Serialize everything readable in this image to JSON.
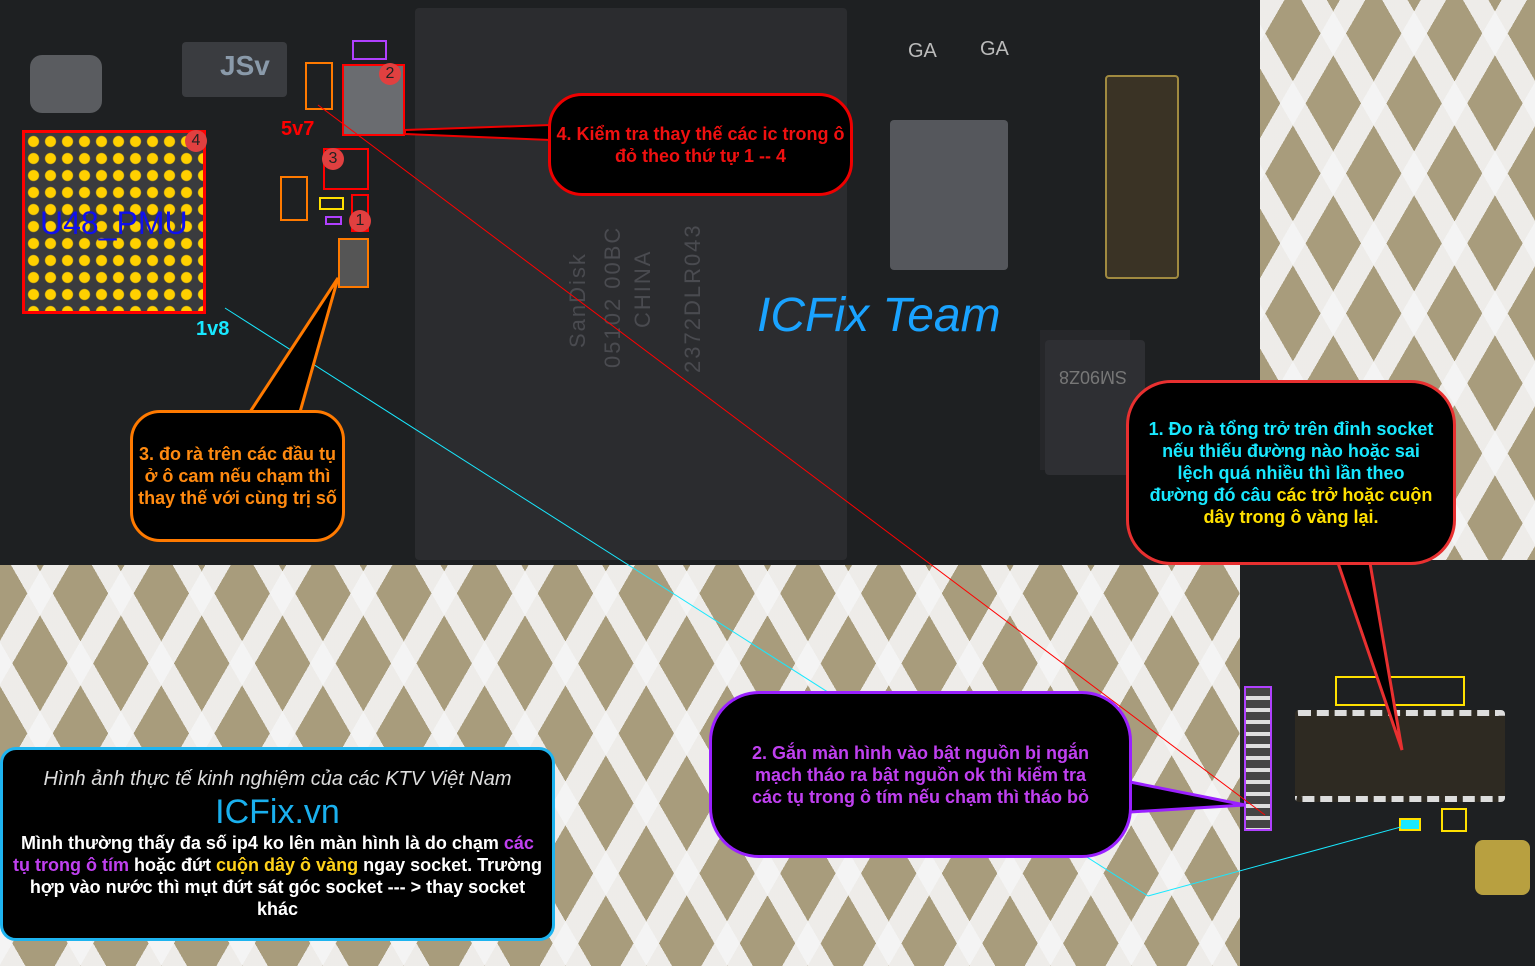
{
  "photo": {
    "chip_labels": {
      "pmu": "U48_PMU",
      "nand_lines": [
        "SanDisk",
        "05102 00BC",
        "CHINA",
        "2372DLR043"
      ],
      "inductor": "JSv",
      "ga_marks": [
        "GA",
        "GA"
      ],
      "rear_chip": "SM90Z8"
    },
    "voltage_labels": {
      "v5v7": "5v7",
      "v1v8": "1v8"
    },
    "step_markers": [
      "1",
      "2",
      "3",
      "4"
    ],
    "watermark": "ICFix Team"
  },
  "callouts": {
    "step4": "4. Kiểm tra thay thế các ic trong ô đỏ theo thứ tự 1 -- 4",
    "step3": "3. đo rà trên các đầu tụ ở ô cam nếu chạm thì thay thế với cùng trị số",
    "step1_main": "1. Đo rà tổng trở trên đỉnh socket nếu thiếu đường nào hoặc sai lệch quá nhiều thì lần theo đường đó câu ",
    "step1_highlight": "các trở hoặc cuộn dây trong ô vàng",
    "step1_end": " lại.",
    "step2": "2. Gắn màn hình vào bật nguồn bị ngắn mạch tháo ra bật nguồn ok thì kiểm tra các tụ trong ô tím nếu chạm thì tháo bỏ"
  },
  "info_box": {
    "subtitle": "Hình ảnh thực tế kinh nghiệm của các KTV Việt Nam",
    "brand": "ICFix.vn",
    "body_1": "Mình thường thấy đa số ip4 ko lên màn hình là do chạm ",
    "body_purple": "các tụ trong ô tím",
    "body_2": " hoặc đứt ",
    "body_yellow": "cuộn dây ô vàng",
    "body_3": " ngay socket. Trường hợp vào nước thì mụt đứt sát góc socket --- > thay socket khác"
  },
  "colors": {
    "red": "#ff0000",
    "orange": "#ff7a00",
    "purple": "#9a20ff",
    "yellow": "#ffe000",
    "cyan": "#18e8ff",
    "brand_blue": "#1ab0ee"
  }
}
